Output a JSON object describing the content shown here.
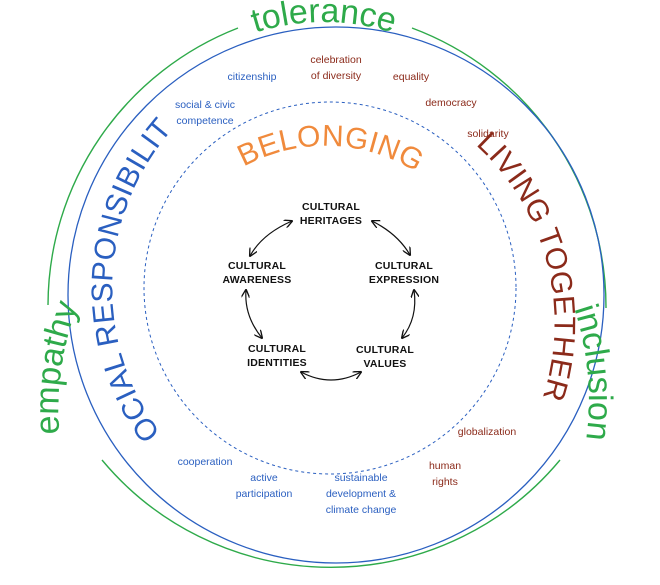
{
  "colors": {
    "green": "#2eaa4a",
    "blue": "#2a5fc0",
    "red": "#8b2a1a",
    "orange": "#f08a3c",
    "dark": "#111111"
  },
  "outer_ring": {
    "top": "tolerance",
    "left": "empathy",
    "right": "inclusion"
  },
  "middle_ring": {
    "left": "SOCIAL RESPONSIBILITY",
    "right": "LIVING TOGETHER",
    "inner_arc": "BELONGING"
  },
  "blue_items": {
    "citizenship": "citizenship",
    "social_civic_1": "social & civic",
    "social_civic_2": "competence",
    "cooperation": "cooperation",
    "active_1": "active",
    "active_2": "participation",
    "sustainable_1": "sustainable",
    "sustainable_2": "development &",
    "sustainable_3": "climate change"
  },
  "red_items": {
    "celebration_1": "celebration",
    "celebration_2": "of diversity",
    "equality": "equality",
    "democracy": "democracy",
    "solidarity": "solidarity",
    "globalization": "globalization",
    "human_1": "human",
    "human_2": "rights"
  },
  "cycle": {
    "heritages_1": "CULTURAL",
    "heritages_2": "HERITAGES",
    "expression_1": "CULTURAL",
    "expression_2": "EXPRESSION",
    "values_1": "CULTURAL",
    "values_2": "VALUES",
    "identities_1": "CULTURAL",
    "identities_2": "IDENTITIES",
    "awareness_1": "CULTURAL",
    "awareness_2": "AWARENESS"
  }
}
